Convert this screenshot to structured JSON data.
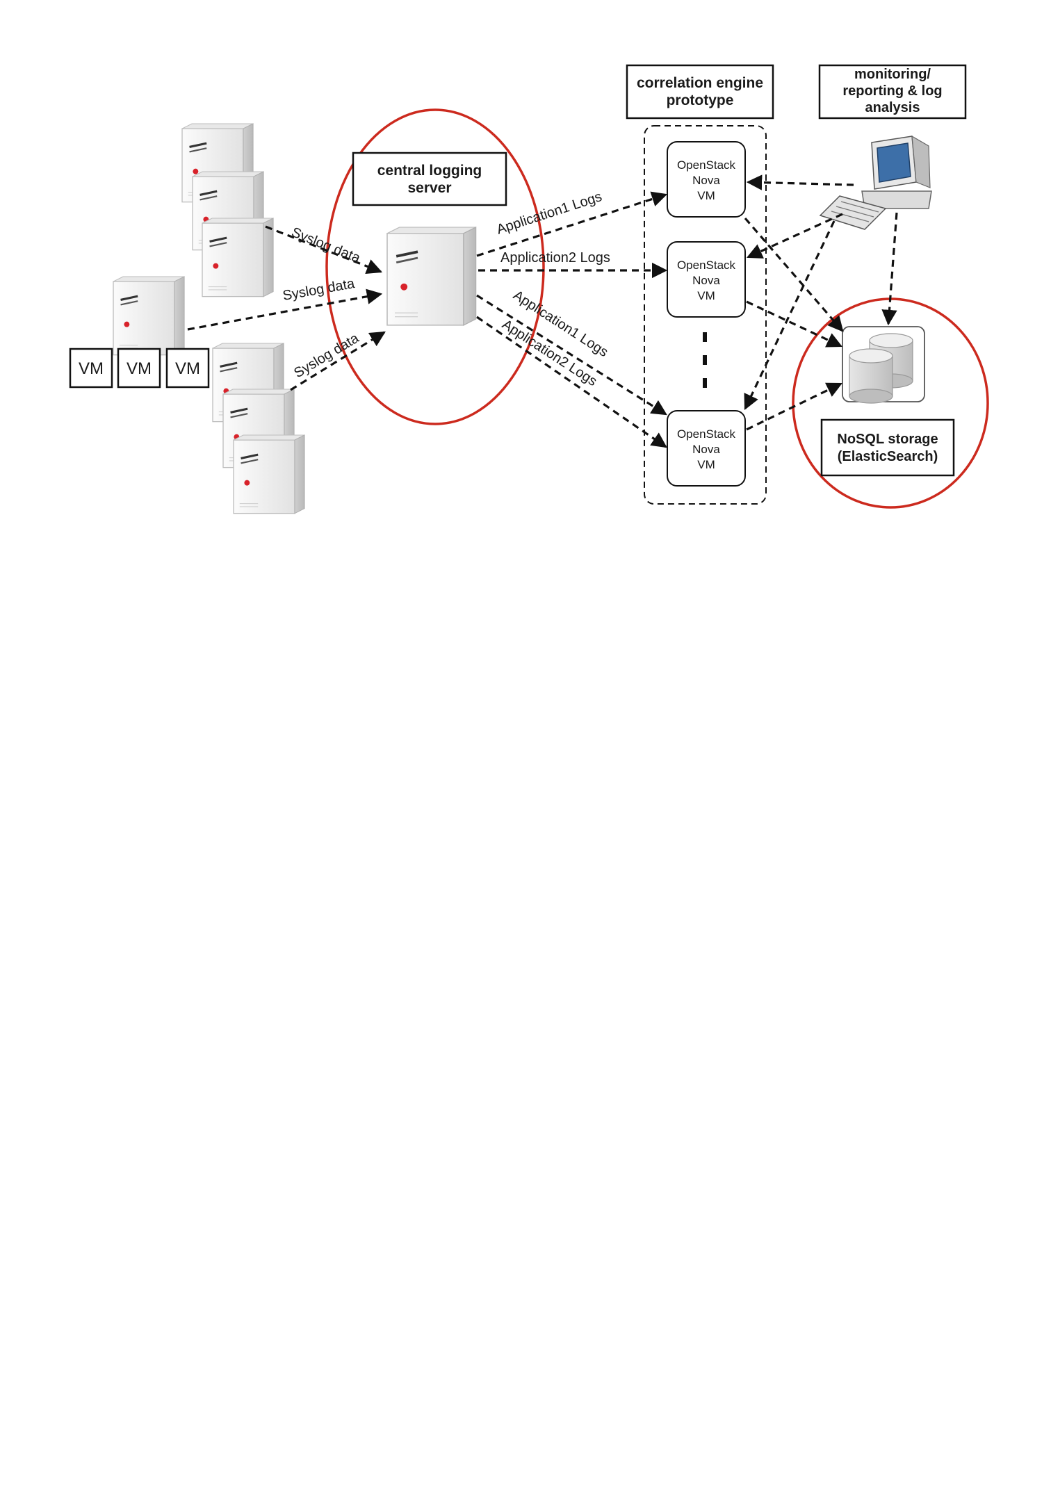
{
  "boxes": {
    "central_logging": [
      "central logging",
      "server"
    ],
    "correlation_engine": [
      "correlation engine",
      "prototype"
    ],
    "monitoring": [
      "monitoring/",
      "reporting & log",
      "analysis"
    ],
    "nosql": [
      "NoSQL storage",
      "(ElasticSearch)"
    ]
  },
  "nova_vm": [
    "OpenStack",
    "Nova",
    "VM"
  ],
  "vm_label": "VM",
  "flows": {
    "syslog": "Syslog data",
    "app1": "Application1 Logs",
    "app2": "Application2 Logs"
  },
  "colors": {
    "highlight_circle": "#cc2a1e",
    "server_body": "#f1f1f1",
    "server_led": "#d8222a",
    "arrow": "#111111"
  },
  "icons": [
    "server-icon",
    "desktop-computer-icon",
    "database-icon"
  ]
}
